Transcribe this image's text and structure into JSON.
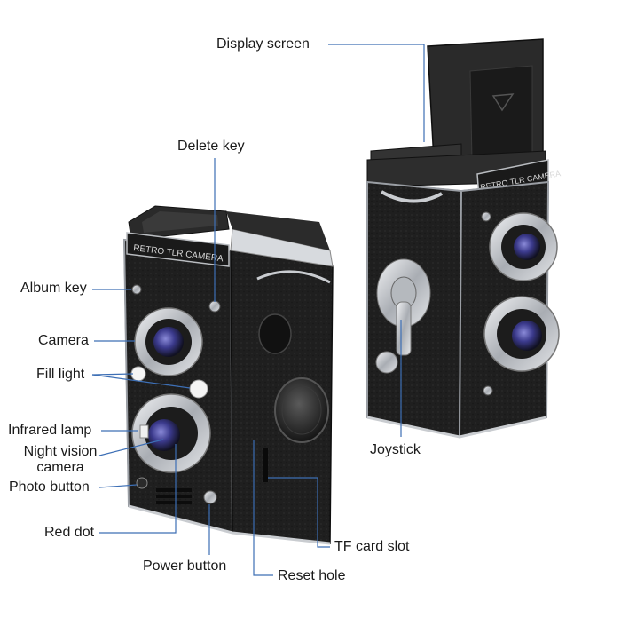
{
  "labels": {
    "display_screen": "Display screen",
    "delete_key": "Delete key",
    "album_key": "Album key",
    "camera": "Camera",
    "fill_light": "Fill light",
    "infrared_lamp": "Infrared lamp",
    "night_vision_camera": "Night vision\ncamera",
    "photo_button": "Photo button",
    "red_dot": "Red dot",
    "power_button": "Power button",
    "reset_hole": "Reset hole",
    "tf_card_slot": "TF card slot",
    "joystick": "Joystick"
  },
  "nameplate": "RETRO TLR CAMERA",
  "colors": {
    "leader_line": "#3d6fb5",
    "body_leather": "#1c1c1c",
    "chrome": "#c9ccd0",
    "lens_glass": "#3b3a8c"
  }
}
